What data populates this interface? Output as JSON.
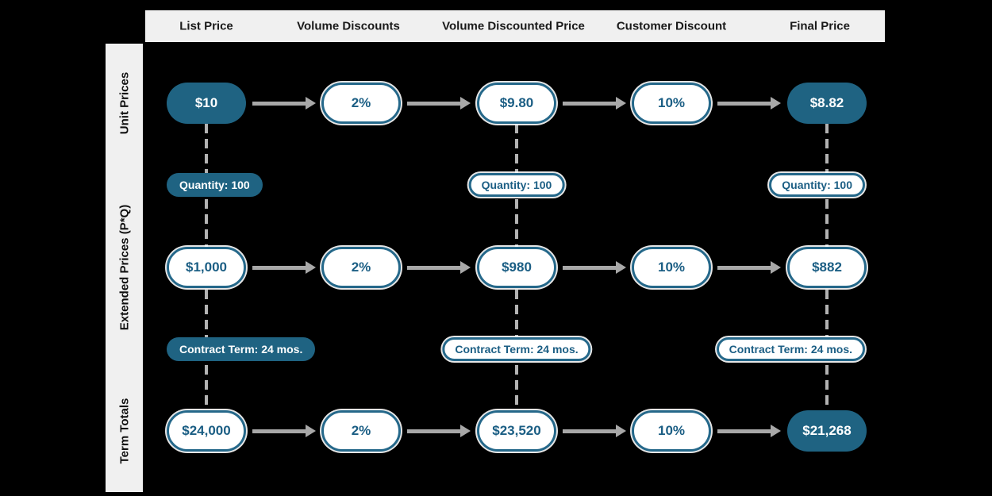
{
  "header": {
    "columns": [
      "List Price",
      "Volume Discounts",
      "Volume Discounted Price",
      "Customer Discount",
      "Final Price"
    ]
  },
  "sidebar": {
    "rows": [
      "Unit Prices",
      "Extended Prices (P*Q)",
      "Term Totals"
    ]
  },
  "nodes": {
    "rows": [
      {
        "label": "Unit Prices",
        "values": [
          "$10",
          "2%",
          "$9.80",
          "10%",
          "$8.82"
        ]
      },
      {
        "label": "Extended Prices (P*Q)",
        "values": [
          "$1,000",
          "2%",
          "$980",
          "10%",
          "$882"
        ]
      },
      {
        "label": "Term Totals",
        "values": [
          "$24,000",
          "2%",
          "$23,520",
          "10%",
          "$21,268"
        ]
      }
    ]
  },
  "annotations": {
    "quantity": "Quantity: 100",
    "contract_term": "Contract Term: 24 mos."
  },
  "colors": {
    "teal": "#1f6382",
    "teal-border": "#25688a",
    "teal-text": "#1b5e84",
    "bg": "#000000",
    "panel": "#f0f0f0",
    "arrow": "#a8a8a8",
    "dash": "#b3b3b3",
    "header-text": "#1a1a1a"
  }
}
